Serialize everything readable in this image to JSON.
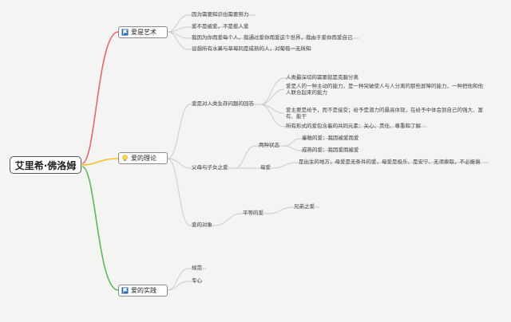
{
  "root": "艾里希·佛洛姆",
  "colors": {
    "art": "#e06a6a",
    "theory": "#f2c12e",
    "practice": "#5cb85c",
    "flag": "#2f6db5",
    "lightbulb": "#f7d84a",
    "line": "#c9c9c9"
  },
  "art": {
    "label": "爱是艺术",
    "icon": "flag-icon",
    "items": [
      "因为需要知识也需要努力",
      "爱不是被爱，不是惹人爱",
      "我因为你而爱每个人，我通过爱你而爱这个世界，我由于爱你而爱自己",
      "设想所有水果与草莓同是成熟的人，对葡萄一无所知"
    ]
  },
  "theory": {
    "label": "爱的理论",
    "icon": "lightbulb-icon",
    "answer": {
      "label": "爱是对人类生存问题的回答",
      "items": [
        "人类最深切的需要就是克服分离",
        "爱是人的一种主动的能力，是一种突破使人与人分离的那些屏障的能力，一种把他和他人联合起来的能力",
        "爱主要是给予，而不是接受；给予是潜力的最高体现，在给予中体会到自己的强大、富有、能干",
        "所有形式的爱包含着的共同元素：关心、责任、尊重和了解"
      ]
    },
    "parents": {
      "label": "父母与子女之爱",
      "states": {
        "label": "两种状态",
        "items": [
          "童稚的爱：我因被爱而爱",
          "成熟的爱：我因爱而被爱"
        ]
      },
      "mother": {
        "label": "母爱",
        "items": [
          "是出生的地方，母爱是无条件的爱，母爱是极乐、是安宁、无须索取，不必报偿"
        ]
      }
    },
    "objects": {
      "label": "爱的对象",
      "equal": {
        "label": "平等的爱",
        "items": [
          "兄弟之爱"
        ]
      }
    }
  },
  "practice": {
    "label": "爱的实践",
    "icon": "flag-icon",
    "items": [
      "规范",
      "专心"
    ]
  }
}
